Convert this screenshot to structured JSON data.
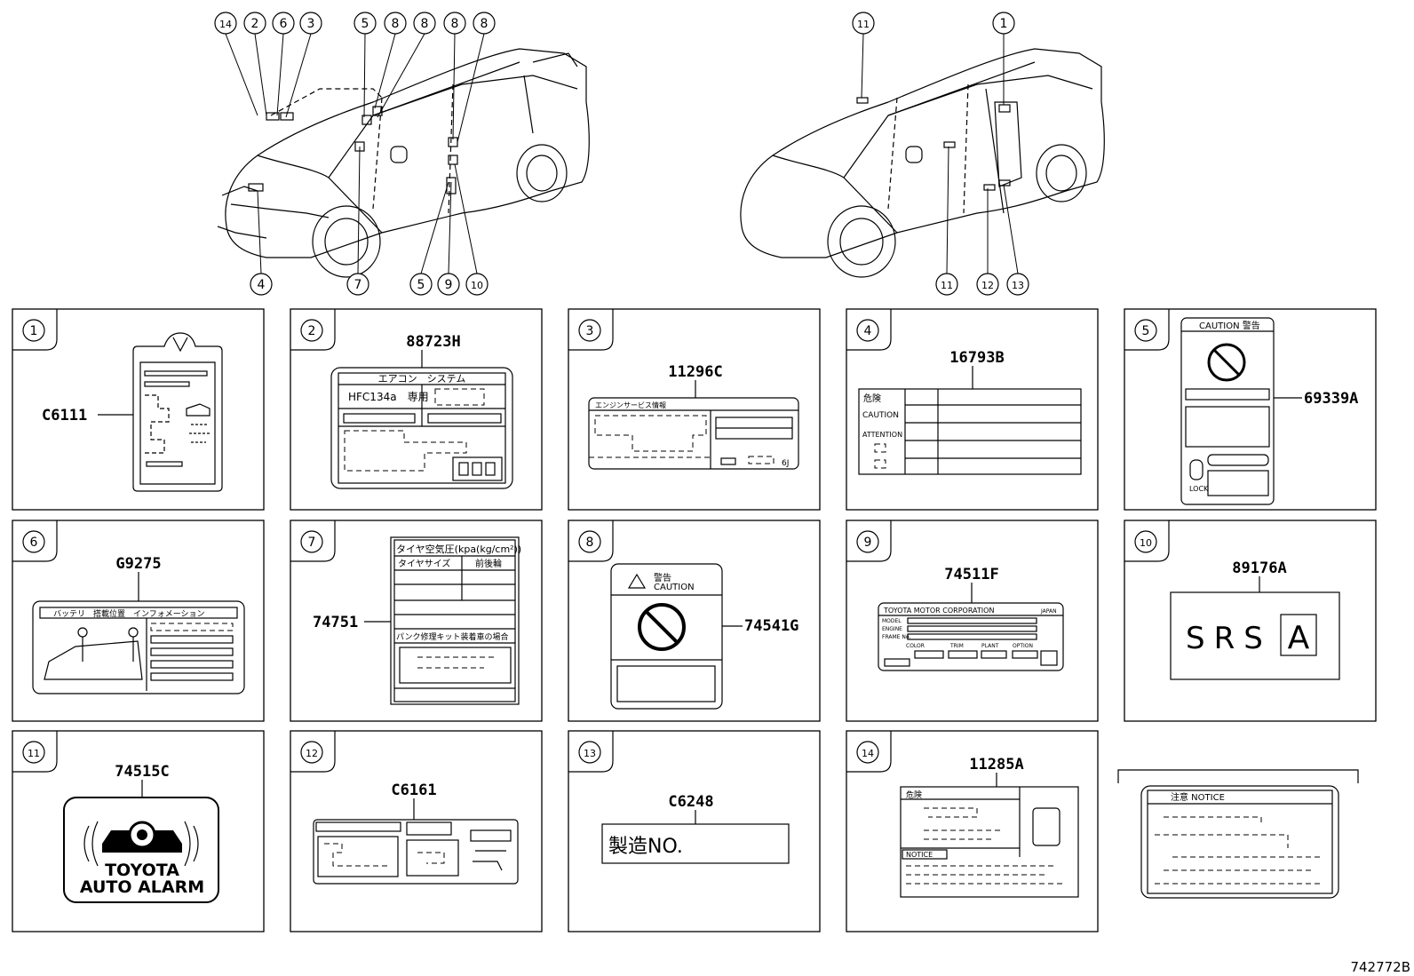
{
  "diagram_id": "742772B",
  "callout_numbers": [
    "1",
    "2",
    "3",
    "4",
    "5",
    "6",
    "7",
    "8",
    "9",
    "10",
    "11",
    "12",
    "13",
    "14"
  ],
  "panels": [
    {
      "no": "1",
      "part": "C6111"
    },
    {
      "no": "2",
      "part": "88723H",
      "label_lines": [
        "エアコン　システム",
        "HFC134a　専用"
      ]
    },
    {
      "no": "3",
      "part": "11296C",
      "label_lines": [
        "エンジンサービス情報",
        "6J"
      ]
    },
    {
      "no": "4",
      "part": "16793B",
      "label_lines": [
        "危険",
        "CAUTION",
        "ATTENTION"
      ]
    },
    {
      "no": "5",
      "part": "69339A",
      "label_lines": [
        "CAUTION 警告",
        "LOCK"
      ]
    },
    {
      "no": "6",
      "part": "G9275",
      "label_lines": [
        "バッテリ　搭載位置　インフォメーション"
      ]
    },
    {
      "no": "7",
      "part": "74751",
      "label_lines": [
        "タイヤ空気圧(kpa(kg/cm²))",
        "タイヤサイズ",
        "前後輪",
        "パンク修理キット装着車の場合"
      ]
    },
    {
      "no": "8",
      "part": "74541G",
      "label_lines": [
        "警告",
        "CAUTION"
      ]
    },
    {
      "no": "9",
      "part": "74511F",
      "label_lines": [
        "TOYOTA MOTOR CORPORATION",
        "JAPAN",
        "MODEL",
        "ENGINE",
        "FRAME No.",
        "COLOR",
        "TRIM",
        "PLANT",
        "OPTION"
      ]
    },
    {
      "no": "10",
      "part": "89176A",
      "label_lines": [
        "SRS",
        "A"
      ]
    },
    {
      "no": "11",
      "part": "74515C",
      "label_lines": [
        "TOYOTA",
        "AUTO ALARM"
      ]
    },
    {
      "no": "12",
      "part": "C6161"
    },
    {
      "no": "13",
      "part": "C6248",
      "label_lines": [
        "製造NO."
      ]
    },
    {
      "no": "14",
      "part": "11285A",
      "label_lines": [
        "危険",
        "NOTICE",
        "注意 NOTICE"
      ]
    }
  ]
}
